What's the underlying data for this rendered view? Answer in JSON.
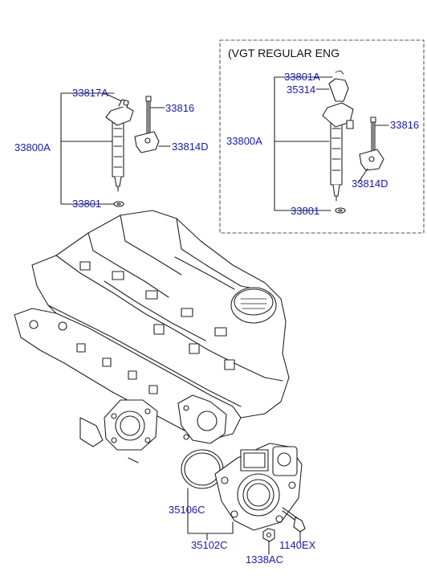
{
  "inset": {
    "title": "(VGT REGULAR ENG"
  },
  "labels": {
    "l33817A": "33817A",
    "l33816_left": "33816",
    "l33800A_left": "33800A",
    "l33814D_left": "33814D",
    "l33801_left": "33801",
    "l33801A": "33801A",
    "l35314": "35314",
    "l33800A_right": "33800A",
    "l33816_right": "33816",
    "l33814D_right": "33814D",
    "l33801_right": "33801",
    "l35106C": "35106C",
    "l35102C": "35102C",
    "l1338AC": "1338AC",
    "l1140EX": "1140EX"
  },
  "colors": {
    "label": "#1a1aa6",
    "line": "#222222",
    "dash": "#555555"
  }
}
